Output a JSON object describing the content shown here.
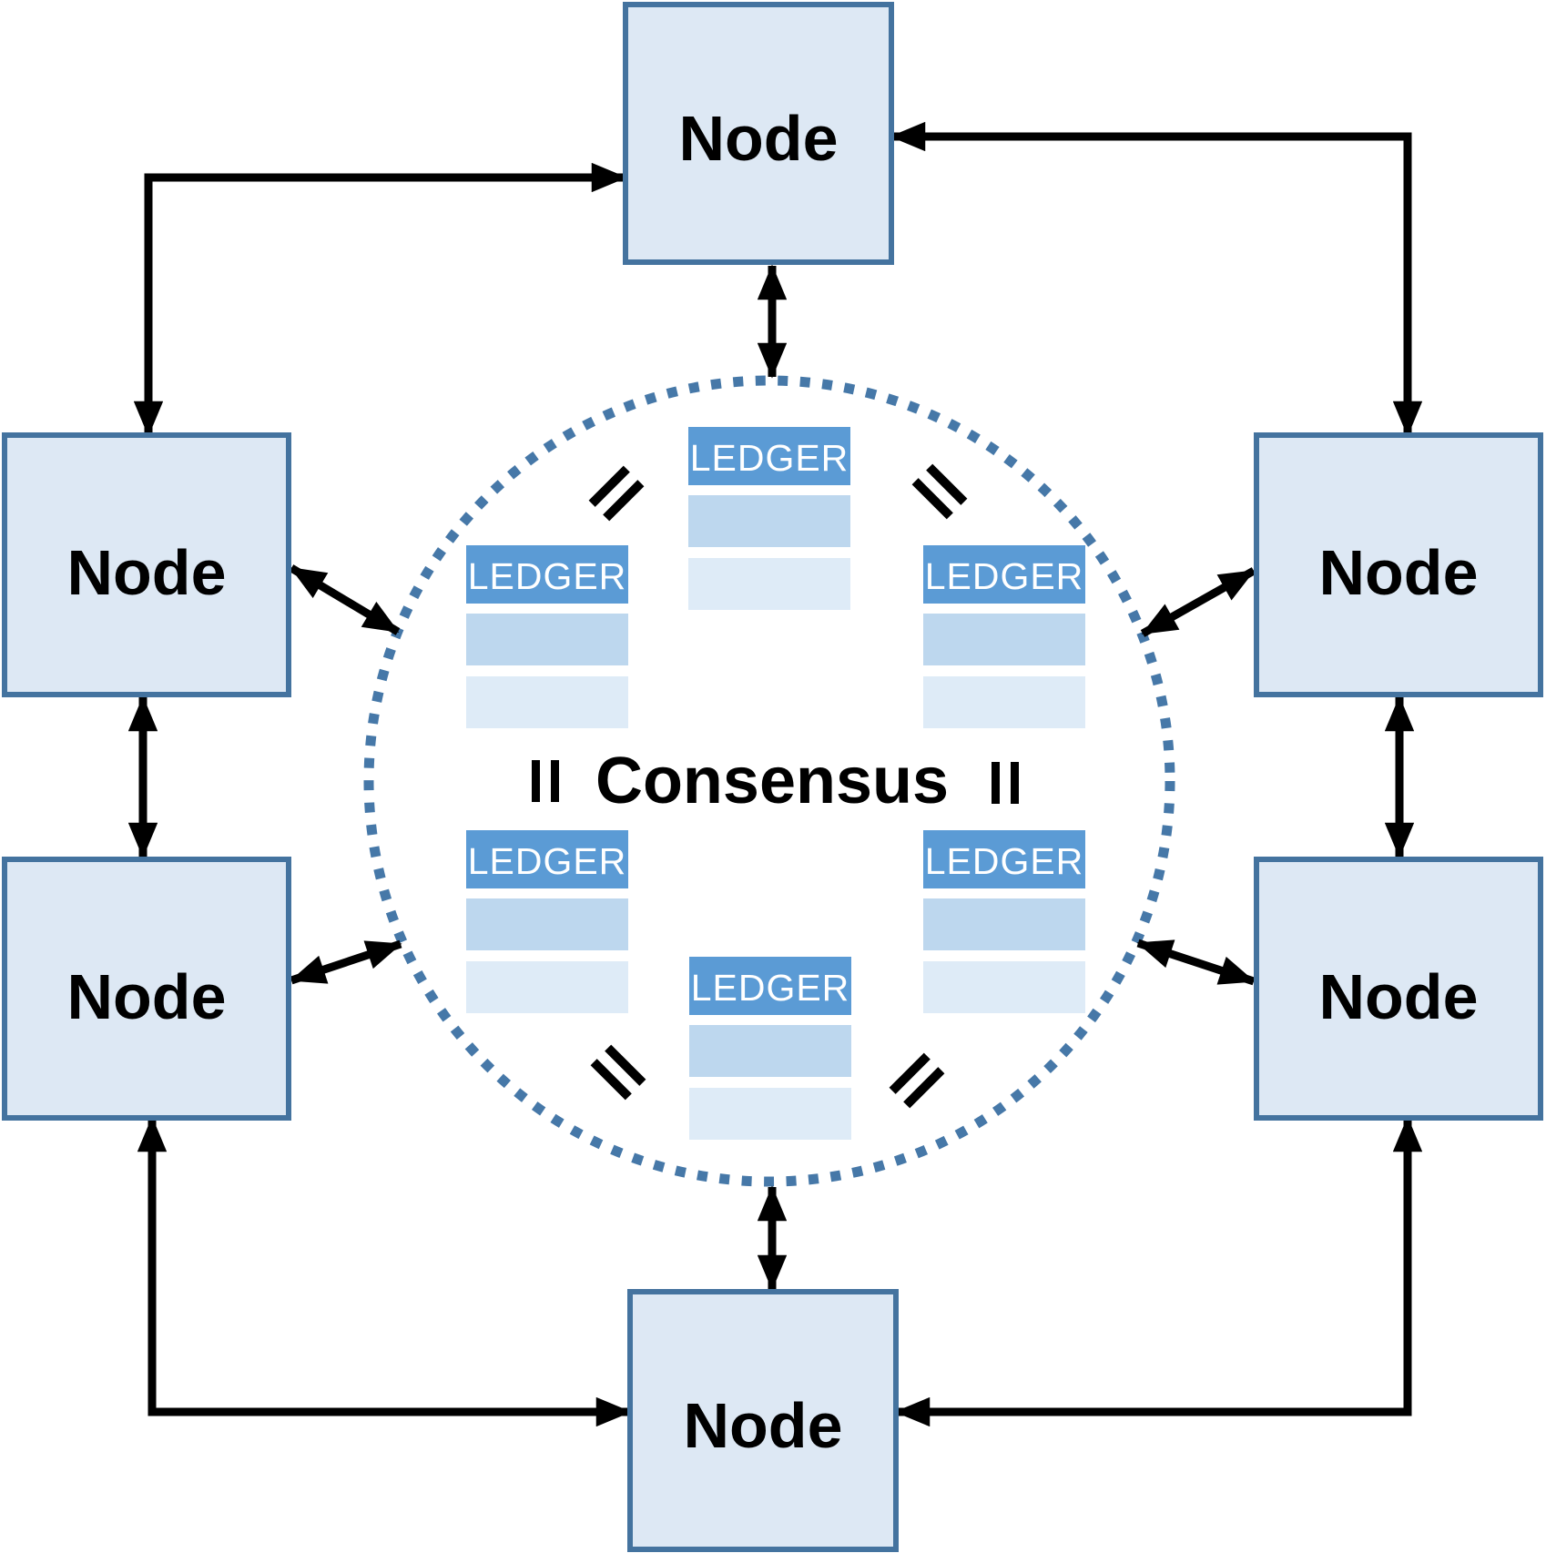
{
  "nodes": [
    {
      "id": "top",
      "label": "Node"
    },
    {
      "id": "upper-left",
      "label": "Node"
    },
    {
      "id": "upper-right",
      "label": "Node"
    },
    {
      "id": "lower-left",
      "label": "Node"
    },
    {
      "id": "lower-right",
      "label": "Node"
    },
    {
      "id": "bottom",
      "label": "Node"
    }
  ],
  "ledgers": [
    {
      "id": "top",
      "label": "LEDGER"
    },
    {
      "id": "upper-left",
      "label": "LEDGER"
    },
    {
      "id": "upper-right",
      "label": "LEDGER"
    },
    {
      "id": "lower-left",
      "label": "LEDGER"
    },
    {
      "id": "lower-right",
      "label": "LEDGER"
    },
    {
      "id": "bottom",
      "label": "LEDGER"
    }
  ],
  "center": {
    "label": "Consensus"
  },
  "colors": {
    "background": "#ffffff",
    "node_fill": "#dde8f4",
    "node_border": "#44739f",
    "node_text": "#000000",
    "ledger_header": "#5b9bd5",
    "ledger_row_mid": "#bdd7ee",
    "ledger_row_light": "#deebf7",
    "ledger_text": "#ffffff",
    "ring_dot": "#4678a8",
    "arrow": "#000000",
    "consensus_text": "#000000"
  }
}
